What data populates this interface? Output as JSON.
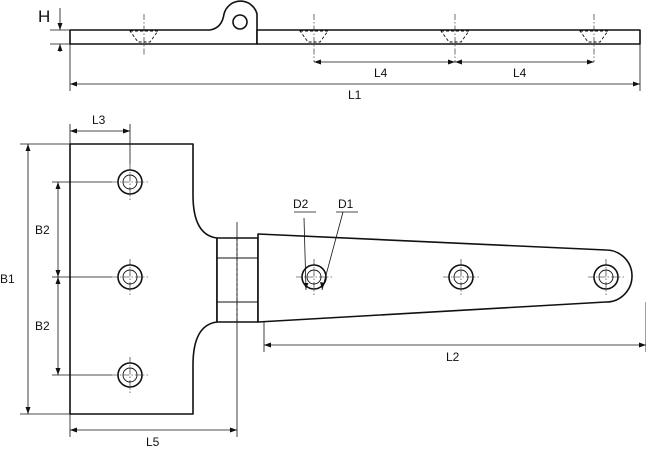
{
  "labels": {
    "h": "H",
    "l1": "L1",
    "l4_left": "L4",
    "l4_right": "L4",
    "l3": "L3",
    "b1": "B1",
    "b2_upper": "B2",
    "b2_lower": "B2",
    "d2": "D2",
    "d1": "D1",
    "l2": "L2",
    "l5": "L5"
  }
}
